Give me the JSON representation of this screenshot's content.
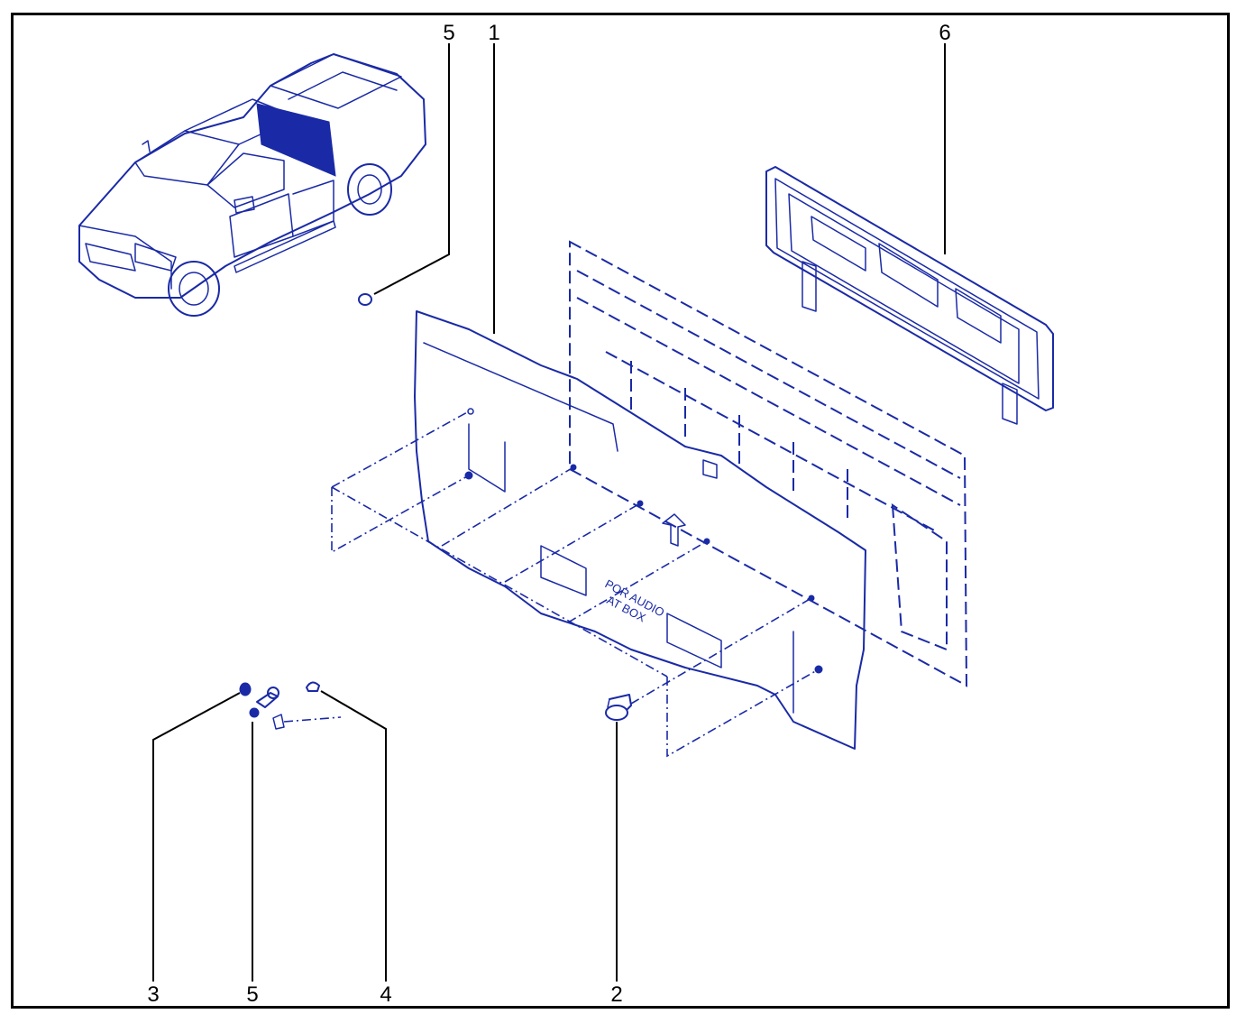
{
  "colors": {
    "ink": "#1a2aa6",
    "callout": "#000000",
    "border": "#000000"
  },
  "panel_stamp": {
    "line1": "POR AUDIO",
    "line2": "AT BOX"
  },
  "callouts": [
    {
      "id": "c5-top",
      "label": "5"
    },
    {
      "id": "c1",
      "label": "1"
    },
    {
      "id": "c6",
      "label": "6"
    },
    {
      "id": "c3",
      "label": "3"
    },
    {
      "id": "c5-bottom",
      "label": "5"
    },
    {
      "id": "c4",
      "label": "4"
    },
    {
      "id": "c2",
      "label": "2"
    }
  ]
}
